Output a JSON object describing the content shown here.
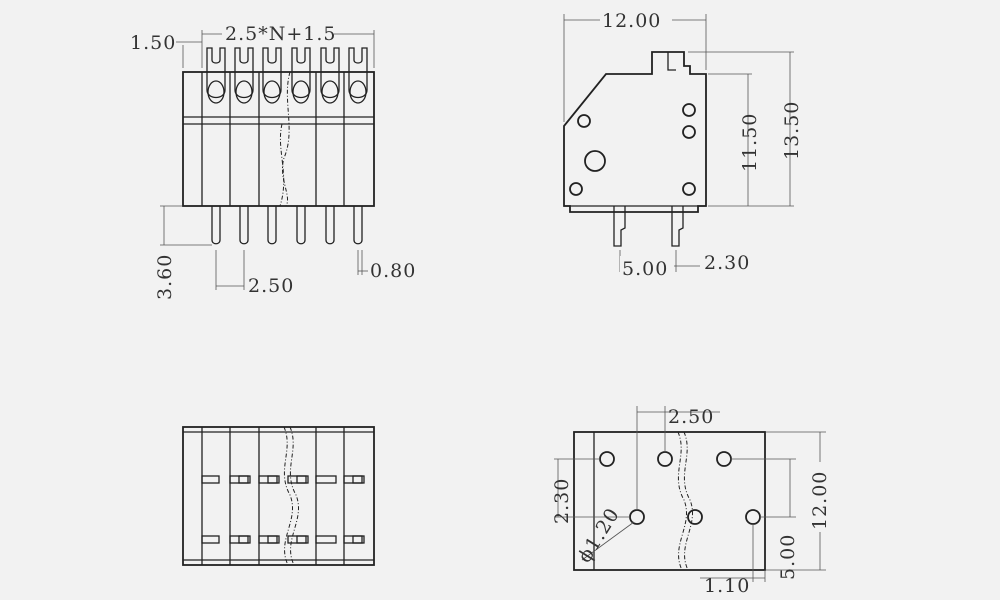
{
  "front_view": {
    "dim_top": "2.5*N+1.5",
    "dim_left_top": "1.50",
    "dim_pin_length": "3.60",
    "dim_pitch": "2.50",
    "dim_pin_width": "0.80"
  },
  "side_view": {
    "dim_width": "12.00",
    "dim_body_height": "11.50",
    "dim_total_height": "13.50",
    "dim_pin_spacing": "5.00",
    "dim_pin_offset": "2.30"
  },
  "bottom_view": {
    "dim_pitch": "2.50",
    "dim_hole_offset": "2.30",
    "dim_hole_diameter": "ϕ1.20",
    "dim_height": "12.00",
    "dim_row_spacing": "5.00",
    "dim_edge_offset": "1.10"
  },
  "colors": {
    "background": "#f2f2f2",
    "line": "#222222",
    "dimension": "#555555"
  }
}
